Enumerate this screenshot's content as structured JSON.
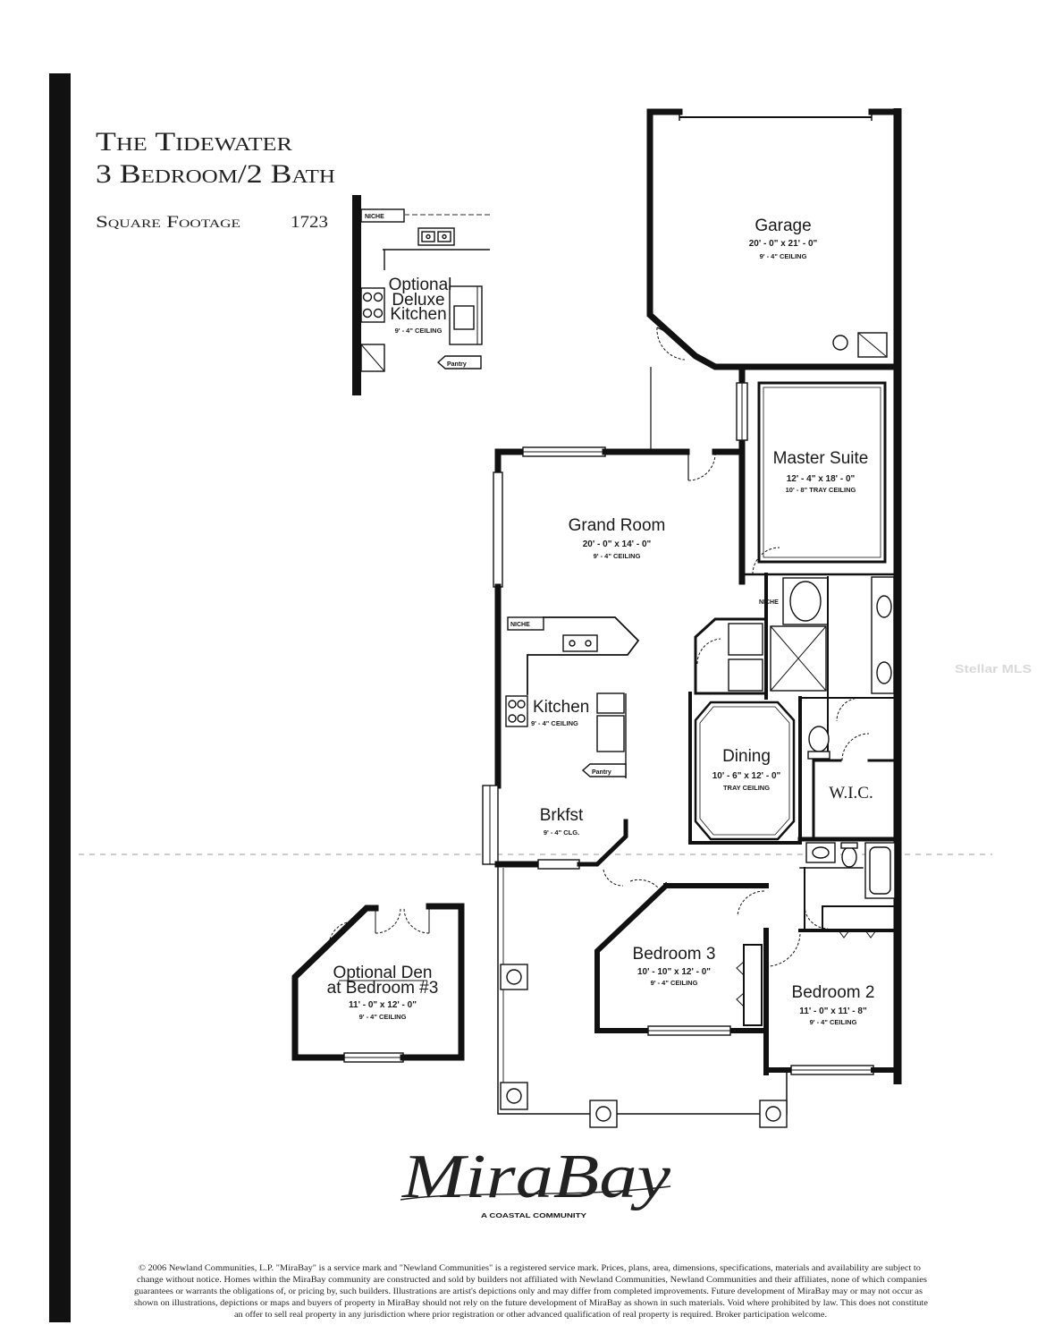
{
  "header": {
    "title": "The Tidewater",
    "subtitle": "3 Bedroom/2 Bath",
    "sqft_label": "Square Footage",
    "sqft_value": "1723"
  },
  "optional_kitchen": {
    "niche": "NICHE",
    "line1": "Optional",
    "line2": "Deluxe",
    "line3": "Kitchen",
    "ceiling": "9' - 4\" CEILING",
    "pantry": "Pantry"
  },
  "rooms": {
    "garage": {
      "name": "Garage",
      "dims": "20' - 0\" x 21' - 0\"",
      "ceiling": "9' - 4\" CEILING"
    },
    "master_suite": {
      "name": "Master Suite",
      "dims": "12' - 4\" x 18' - 0\"",
      "ceiling": "10' - 8\" TRAY CEILING"
    },
    "grand_room": {
      "name": "Grand Room",
      "dims": "20' - 0\" x 14' - 0\"",
      "ceiling": "9' - 4\" CEILING"
    },
    "kitchen": {
      "niche": "NICHE",
      "name": "Kitchen",
      "ceiling": "9' - 4\" CEILING",
      "pantry": "Pantry"
    },
    "master_bath": {
      "niche": "NICHE"
    },
    "dining": {
      "name": "Dining",
      "dims": "10' - 6\" x 12' - 0\"",
      "ceiling": "TRAY CEILING"
    },
    "wic": {
      "name": "W.I.C."
    },
    "breakfast": {
      "name": "Brkfst",
      "ceiling": "9' - 4\" CLG."
    },
    "bedroom_3": {
      "name": "Bedroom 3",
      "dims": "10' - 10\" x 12' - 0\"",
      "ceiling": "9' - 4\" CEILING"
    },
    "bedroom_2": {
      "name": "Bedroom 2",
      "dims": "11' - 0\" x 11' - 8\"",
      "ceiling": "9' - 4\" CEILING"
    }
  },
  "optional_den": {
    "name": "Optional Den",
    "note": "at Bedroom #3",
    "dims": "11' - 0\" x 12' - 0\"",
    "ceiling": "9' - 4\" CEILING"
  },
  "logo": {
    "wordmark": "MiraBay",
    "tagline": "A COASTAL COMMUNITY"
  },
  "disclaimer": {
    "lines": [
      "© 2006 Newland Communities, L.P. \"MiraBay\" is a service mark and \"Newland Communities\" is a registered service mark. Prices, plans, area, dimensions, specifications, materials and availability are subject to",
      "change without notice. Homes within the MiraBay community are constructed and sold by builders not affiliated with Newland Communities, Newland Communities and their affiliates, none of which companies",
      "guarantees or warrants the obligations of, or pricing by, such builders. Illustrations are artist's depictions only and may differ from completed improvements. Future development of MiraBay may or may not occur as",
      "shown on illustrations, depictions or maps and buyers of property in MiraBay should not rely on the future development of MiraBay as shown in such materials. Void where prohibited by law. This does not constitute",
      "an offer to sell real property in any jurisdiction where prior registration or other advanced qualification of real property is required. Broker participation welcome."
    ]
  },
  "watermark": "Stellar MLS",
  "colors": {
    "ink": "#111111",
    "paper": "#ffffff",
    "watermark": "#d9d9d9"
  }
}
